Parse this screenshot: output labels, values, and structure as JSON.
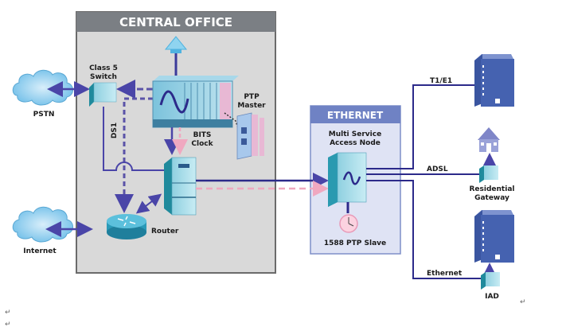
{
  "diagram": {
    "central_office": {
      "title": "CENTRAL OFFICE"
    },
    "ethernet": {
      "title": "ETHERNET"
    },
    "labels": {
      "pstn": "PSTN",
      "internet": "Internet",
      "class5_line1": "Class 5",
      "class5_line2": "Switch",
      "ds1": "DS1",
      "ptp_master_line1": "PTP",
      "ptp_master_line2": "Master",
      "bits_line1": "BITS",
      "bits_line2": "Clock",
      "router": "Router",
      "msan_line1": "Multi Service",
      "msan_line2": "Access Node",
      "ptp_slave": "1588 PTP Slave",
      "t1e1": "T1/E1",
      "adsl": "ADSL",
      "ethernet_link": "Ethernet",
      "res_gw_line1": "Residential",
      "res_gw_line2": "Gateway",
      "iad": "IAD"
    },
    "paragraph_marks": [
      "↵",
      "↵",
      "↵"
    ],
    "colors": {
      "link": "#3b3a9a",
      "dashed_link": "#5a53a8",
      "timing_link": "#f0a8c0",
      "co_header": "#7b7f84",
      "co_body": "#d9d9d9",
      "eth_header": "#6f82c4",
      "eth_body": "#dfe3f4",
      "device_blue": "#4562b0",
      "device_teal": "#5ab4c8"
    }
  }
}
